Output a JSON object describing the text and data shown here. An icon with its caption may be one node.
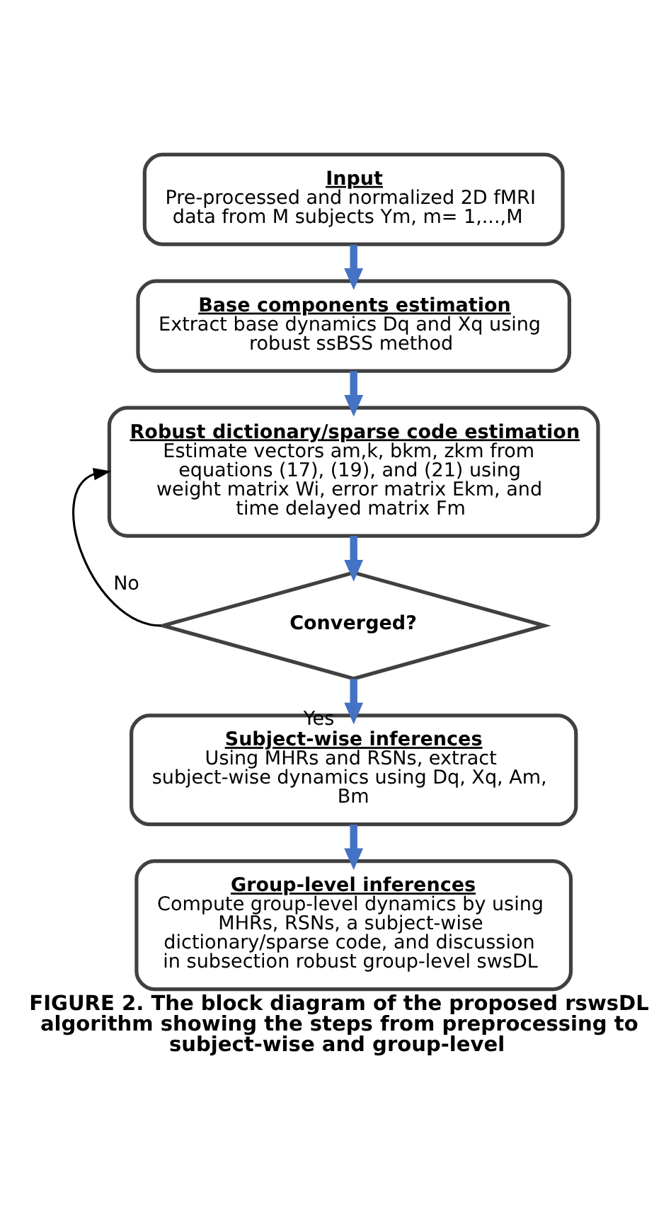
{
  "diagram": {
    "caption": "FIGURE 2. The block diagram of the proposed rswsDL algorithm showing the steps from preprocessing to subject-wise and group-level",
    "nodes": [
      {
        "text": [
          "Input",
          "Pre-processed and normalized 2D fMRI data from M subjects Ym, m= 1,...,M"
        ]
      },
      {
        "text": [
          "Base components estimation",
          "Extract base dynamics Dq and Xq using robust ssBSS method"
        ]
      },
      {
        "text": [
          "Robust dictionary/sparse code estimation",
          "Estimate vectors am,k, bkm, zkm from equations (17), (19), and (21) using weight matrix Wi, error matrix Ekm, and time delayed matrix Fm"
        ]
      },
      {
        "text": [
          "Converged?"
        ]
      },
      {
        "text": [
          "Subject-wise inferences",
          "Using MHRs and RSNs, extract subject-wise dynamics using Dq, Xq, Am, Bm"
        ]
      },
      {
        "text": [
          "Group-level inferences",
          "Compute group-level dynamics by using MHRs, RSNs, a subject-wise dictionary/sparse code, and discussion in subsection robust group-level swsDL"
        ]
      }
    ],
    "edges": [
      {
        "from": 0,
        "to": 1,
        "arrow": "to"
      },
      {
        "from": 1,
        "to": 2,
        "arrow": "to"
      },
      {
        "from": 2,
        "to": 3,
        "arrow": "to"
      },
      {
        "from": 3,
        "to": 4,
        "arrow": "to",
        "label": "Yes"
      },
      {
        "from": 4,
        "to": 5,
        "arrow": "to"
      },
      {
        "from": 3,
        "to": 2,
        "arrow": "to",
        "label": "No",
        "color": "#000000"
      }
    ]
  }
}
